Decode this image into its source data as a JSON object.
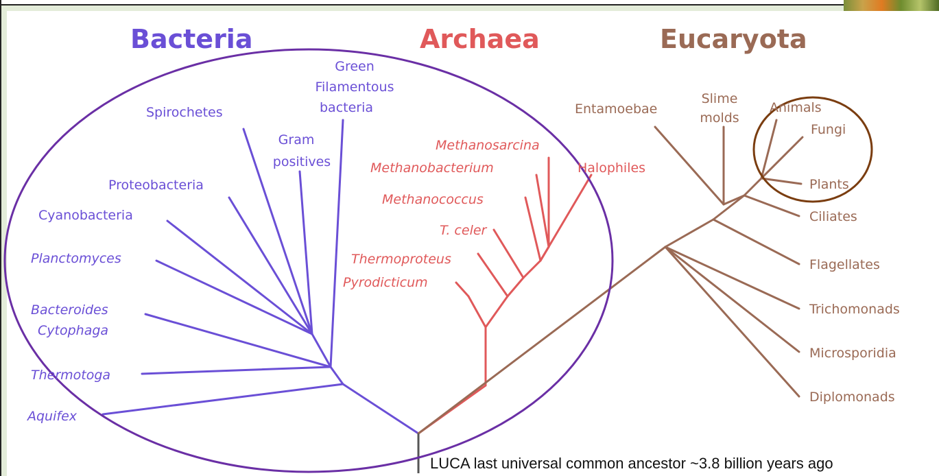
{
  "domains": {
    "bacteria": "Bacteria",
    "archaea": "Archaea",
    "eucaryota": "Eucaryota"
  },
  "colors": {
    "bacteria": "#6a4fd6",
    "archaea": "#e0595a",
    "eucaryota": "#9a6a55",
    "bacteria_oval": "#6a2fa5",
    "animals_circle": "#7a3d10"
  },
  "bacteria_taxa": {
    "green_filamentous_1": "Green",
    "green_filamentous_2": "Filamentous",
    "green_filamentous_3": "bacteria",
    "spirochetes": "Spirochetes",
    "gram_positives_1": "Gram",
    "gram_positives_2": "positives",
    "proteobacteria": "Proteobacteria",
    "cyanobacteria": "Cyanobacteria",
    "planctomyces": "Planctomyces",
    "bacteroides": "Bacteroides",
    "cytophaga": "Cytophaga",
    "thermotoga": "Thermotoga",
    "aquifex": "Aquifex"
  },
  "archaea_taxa": {
    "methanosarcina": "Methanosarcina",
    "methanobacterium": "Methanobacterium",
    "halophiles": "Halophiles",
    "methanococcus": "Methanococcus",
    "t_celer": "T. celer",
    "thermoproteus": "Thermoproteus",
    "pyrodicticum": "Pyrodicticum"
  },
  "eucaryota_taxa": {
    "entamoebae": "Entamoebae",
    "slime_molds_1": "Slime",
    "slime_molds_2": "molds",
    "animals": "Animals",
    "fungi": "Fungi",
    "plants": "Plants",
    "ciliates": "Ciliates",
    "flagellates": "Flagellates",
    "trichomonads": "Trichomonads",
    "microsporidia": "Microsporidia",
    "diplomonads": "Diplomonads"
  },
  "luca_caption": "LUCA last universal common ancestor ~3.8 billion years ago"
}
